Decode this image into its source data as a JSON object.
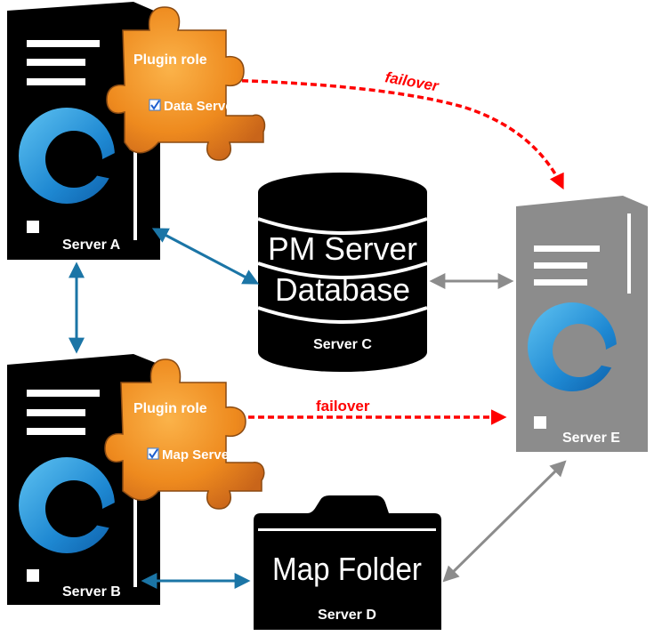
{
  "servers": {
    "a": "Server A",
    "b": "Server B",
    "c": "Server C",
    "d": "Server D",
    "e": "Server E"
  },
  "database": {
    "line1": "PM Server",
    "line2": "Database"
  },
  "folder": {
    "label": "Map Folder"
  },
  "plugins": [
    {
      "title": "Plugin role",
      "role": "Data Server",
      "checked": true
    },
    {
      "title": "Plugin role",
      "role": "Map Server",
      "checked": true
    }
  ],
  "connections": {
    "failover_top": "failover",
    "failover_bottom": "failover"
  },
  "colors": {
    "server_dark": "#000000",
    "server_standby": "#8c8c8c",
    "link_primary": "#1b75a6",
    "link_secondary": "#8c8c8c",
    "failover": "#ff0000",
    "plugin": "#f08a1e",
    "logo": "#1e88d2"
  }
}
